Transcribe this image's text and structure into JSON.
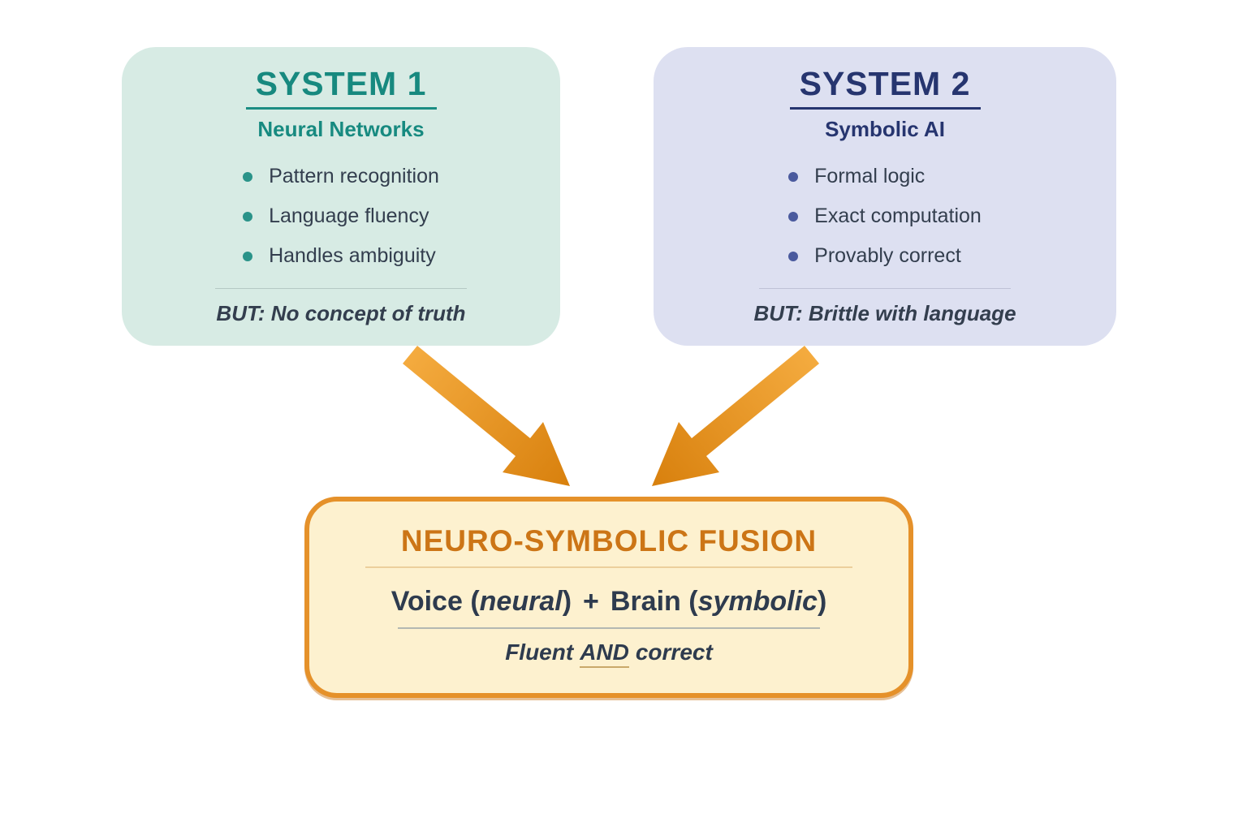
{
  "canvas": {
    "background": "#FFFFFF"
  },
  "system1_card": {
    "title": "SYSTEM 1",
    "subtitle": "Neural Networks",
    "bullets": [
      "Pattern recognition",
      "Language fluency",
      "Handles ambiguity"
    ],
    "caveat": "BUT: No concept of truth",
    "colors": {
      "background": "#D7EBE4",
      "accent": "#17897F",
      "bullet_dot": "#2A9389",
      "body_text": "#333E4E"
    }
  },
  "system2_card": {
    "title": "SYSTEM 2",
    "subtitle": "Symbolic AI",
    "bullets": [
      "Formal logic",
      "Exact computation",
      "Provably correct"
    ],
    "caveat": "BUT: Brittle with language",
    "colors": {
      "background": "#DDE0F1",
      "accent": "#26356F",
      "bullet_dot": "#4A5A9E",
      "body_text": "#333E4E"
    }
  },
  "fusion_card": {
    "title": "NEURO-SYMBOLIC FUSION",
    "formula": {
      "seg_bold_1": "Voice (",
      "seg_italic_1": "neural",
      "seg_bold_2": ")",
      "seg_plus": "+",
      "seg_bold_3": "Brain (",
      "seg_italic_2": "symbolic",
      "seg_bold_4": ")"
    },
    "tagline": {
      "pre": "Fluent",
      "emphasis": "AND",
      "post": "correct"
    },
    "colors": {
      "background": "#FDF1CF",
      "border": "#E5912A",
      "title": "#CC7516",
      "body_text": "#2E3B4E"
    }
  },
  "arrows": {
    "gradient_start": "#F4AB3F",
    "gradient_end": "#D8800D"
  }
}
